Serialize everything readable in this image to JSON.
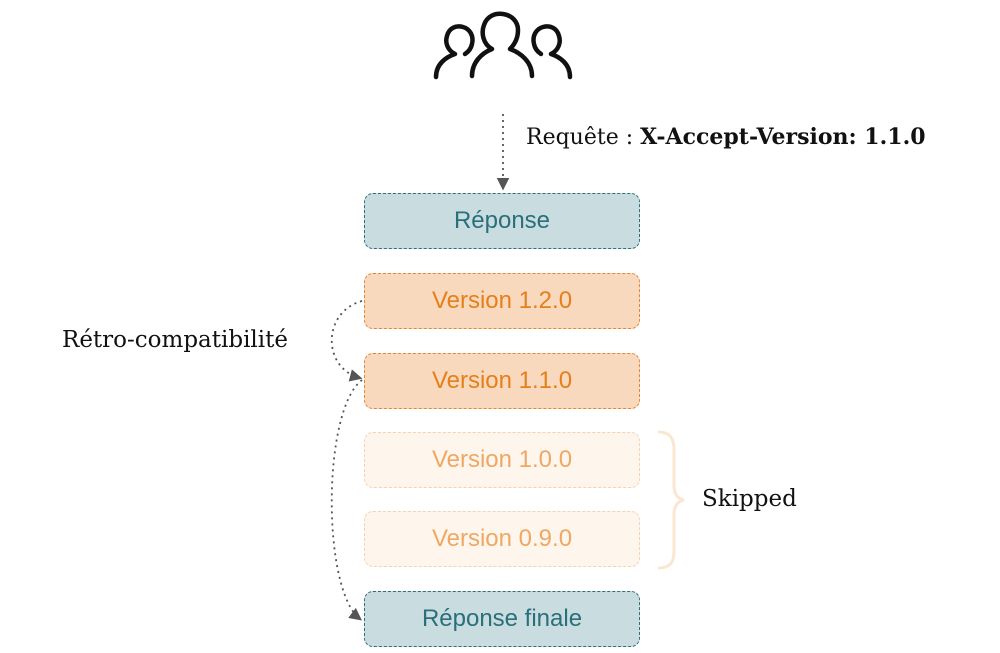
{
  "users_icon": "users-group-icon",
  "request": {
    "prefix": "Requête : ",
    "header": "X-Accept-Version: 1.1.0"
  },
  "boxes": {
    "response": "Réponse",
    "v120": "Version 1.2.0",
    "v110": "Version 1.1.0",
    "v100": "Version 1.0.0",
    "v090": "Version 0.9.0",
    "final": "Réponse finale"
  },
  "labels": {
    "retro": "Rétro-compatibilité",
    "skipped": "Skipped"
  },
  "colors": {
    "teal_fill": "#c9dde1",
    "teal_border": "#2e6f7a",
    "orange_fill": "#f9d9bd",
    "orange_text": "#e57f1c",
    "faded_fill": "#fef5ed",
    "faded_text": "#efa863"
  }
}
